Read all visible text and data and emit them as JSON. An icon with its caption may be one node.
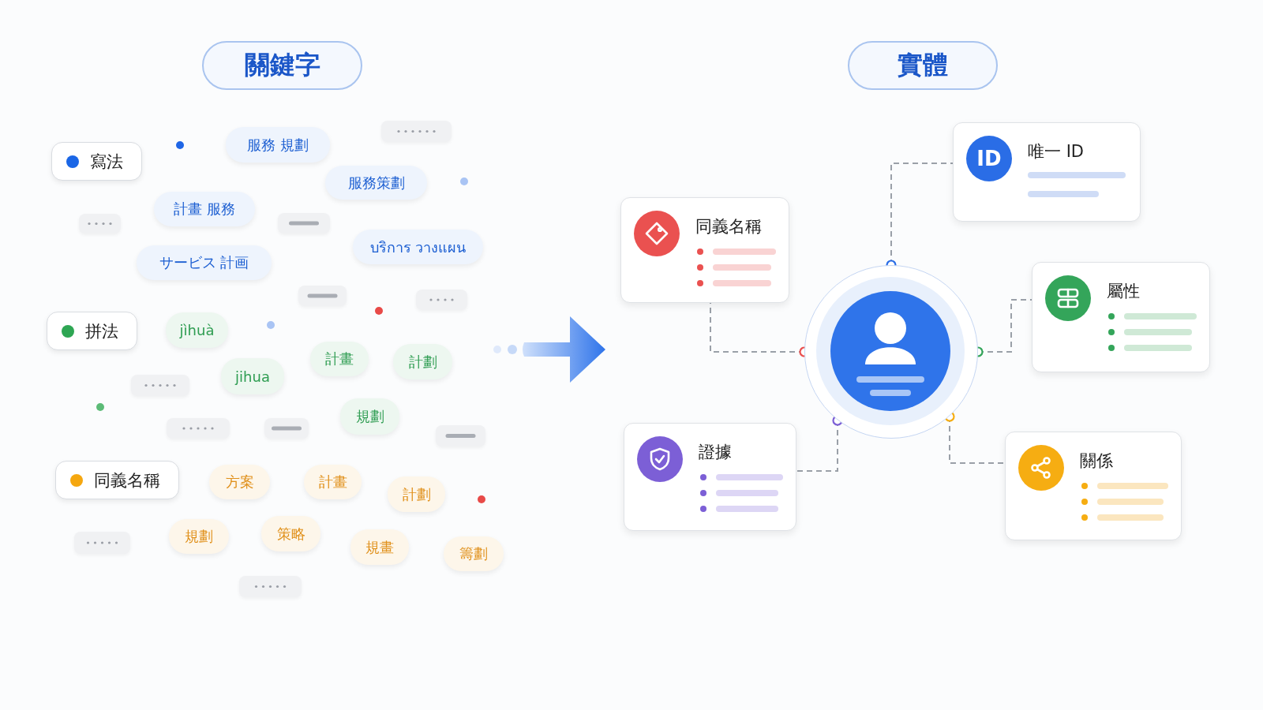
{
  "diagram": {
    "nodes": [
      {
        "text": [
          "關鍵字"
        ]
      },
      {
        "text": [
          "實體"
        ]
      },
      {
        "text": [
          "寫法"
        ]
      },
      {
        "text": [
          "服務 規劃"
        ]
      },
      {
        "text": [
          "服務策劃"
        ]
      },
      {
        "text": [
          "計畫 服務"
        ]
      },
      {
        "text": [
          "บริการ วางแผน"
        ]
      },
      {
        "text": [
          "サービス 計画"
        ]
      },
      {
        "text": [
          "拼法"
        ]
      },
      {
        "text": [
          "jìhuà"
        ]
      },
      {
        "text": [
          "jihua"
        ]
      },
      {
        "text": [
          "計畫"
        ]
      },
      {
        "text": [
          "計劃"
        ]
      },
      {
        "text": [
          "規劃"
        ]
      },
      {
        "text": [
          "同義名稱"
        ]
      },
      {
        "text": [
          "方案"
        ]
      },
      {
        "text": [
          "計畫"
        ]
      },
      {
        "text": [
          "計劃"
        ]
      },
      {
        "text": [
          "規劃"
        ]
      },
      {
        "text": [
          "策略"
        ]
      },
      {
        "text": [
          "規畫"
        ]
      },
      {
        "text": [
          "籌劃"
        ]
      },
      {
        "text": [],
        "shape": "box"
      },
      {
        "text": [],
        "shape": "box"
      },
      {
        "text": [],
        "shape": "box"
      },
      {
        "text": [],
        "shape": "box"
      },
      {
        "text": [],
        "shape": "box"
      },
      {
        "text": [],
        "shape": "box"
      },
      {
        "text": [],
        "shape": "box"
      },
      {
        "text": [],
        "shape": "box"
      },
      {
        "text": [],
        "shape": "box"
      },
      {
        "text": [],
        "shape": "box"
      },
      {
        "text": [],
        "shape": "box"
      },
      {
        "text": [],
        "shape": "circle"
      },
      {
        "text": [
          "ID",
          "唯一 ID"
        ]
      },
      {
        "text": [
          "同義名稱"
        ]
      },
      {
        "text": [
          "屬性"
        ]
      },
      {
        "text": [
          "證據"
        ]
      },
      {
        "text": [
          "關係"
        ]
      }
    ],
    "edges": [
      {
        "from": 33,
        "to": 34,
        "arrow": "other",
        "style": "dashed"
      },
      {
        "from": 33,
        "to": 35,
        "arrow": "other",
        "style": "dashed"
      },
      {
        "from": 33,
        "to": 36,
        "arrow": "other",
        "style": "dashed"
      },
      {
        "from": 33,
        "to": 37,
        "arrow": "other",
        "style": "dashed"
      },
      {
        "from": 33,
        "to": 38,
        "arrow": "other",
        "style": "dashed"
      }
    ]
  }
}
